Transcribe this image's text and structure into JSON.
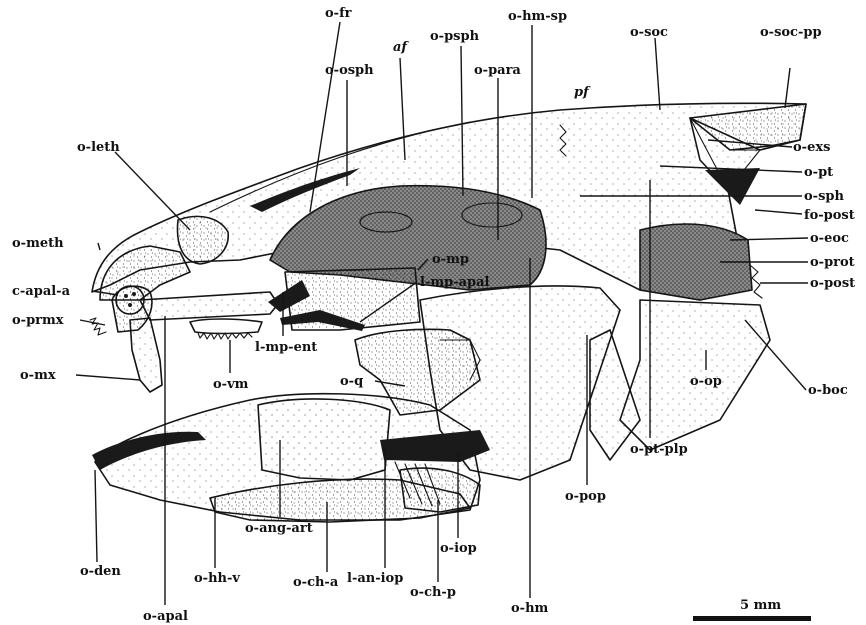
{
  "figure": {
    "labels": [
      {
        "id": "o-fr",
        "text": "o-fr"
      },
      {
        "id": "af",
        "text": "af"
      },
      {
        "id": "o-psph",
        "text": "o-psph"
      },
      {
        "id": "o-hm-sp",
        "text": "o-hm-sp"
      },
      {
        "id": "o-soc",
        "text": "o-soc"
      },
      {
        "id": "o-soc-pp",
        "text": "o-soc-pp"
      },
      {
        "id": "o-osph",
        "text": "o-osph"
      },
      {
        "id": "o-para",
        "text": "o-para"
      },
      {
        "id": "pf",
        "text": "pf"
      },
      {
        "id": "o-leth",
        "text": "o-leth"
      },
      {
        "id": "o-exs",
        "text": "o-exs"
      },
      {
        "id": "o-pt",
        "text": "o-pt"
      },
      {
        "id": "o-sph",
        "text": "o-sph"
      },
      {
        "id": "fo-post",
        "text": "fo-post"
      },
      {
        "id": "o-meth",
        "text": "o-meth"
      },
      {
        "id": "o-eoc",
        "text": "o-eoc"
      },
      {
        "id": "o-mp",
        "text": "o-mp"
      },
      {
        "id": "c-apal-a",
        "text": "c-apal-a"
      },
      {
        "id": "l-mp-apal",
        "text": "l-mp-apal"
      },
      {
        "id": "o-prot",
        "text": "o-prot"
      },
      {
        "id": "o-post",
        "text": "o-post"
      },
      {
        "id": "o-prmx",
        "text": "o-prmx"
      },
      {
        "id": "o-vm",
        "text": "o-vm"
      },
      {
        "id": "l-mp-ent",
        "text": "l-mp-ent"
      },
      {
        "id": "o-mx",
        "text": "o-mx"
      },
      {
        "id": "o-q",
        "text": "o-q"
      },
      {
        "id": "o-op",
        "text": "o-op"
      },
      {
        "id": "o-boc",
        "text": "o-boc"
      },
      {
        "id": "o-pt-plp",
        "text": "o-pt-plp"
      },
      {
        "id": "o-pop",
        "text": "o-pop"
      },
      {
        "id": "o-den",
        "text": "o-den"
      },
      {
        "id": "o-ang-art",
        "text": "o-ang-art"
      },
      {
        "id": "o-hh-v",
        "text": "o-hh-v"
      },
      {
        "id": "l-an-iop",
        "text": "l-an-iop"
      },
      {
        "id": "o-iop",
        "text": "o-iop"
      },
      {
        "id": "o-ch-a",
        "text": "o-ch-a"
      },
      {
        "id": "o-ch-p",
        "text": "o-ch-p"
      },
      {
        "id": "o-hm",
        "text": "o-hm"
      },
      {
        "id": "o-apal",
        "text": "o-apal"
      }
    ],
    "scale_bar": {
      "label": "5 mm"
    }
  }
}
